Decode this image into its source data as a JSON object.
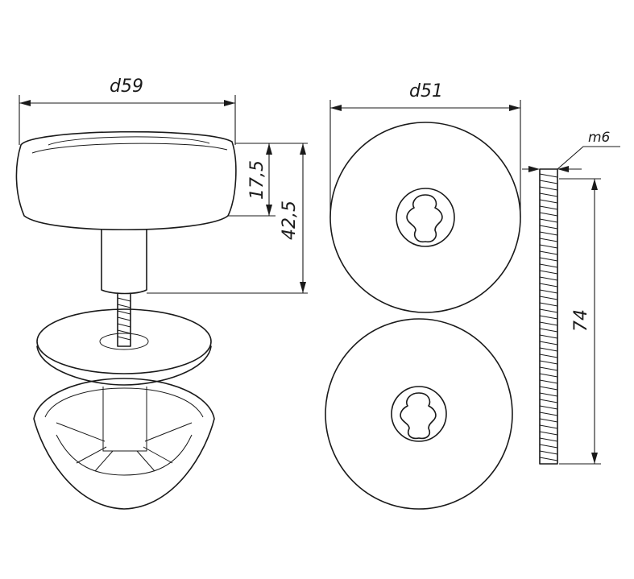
{
  "dimensions": {
    "knob_diameter": "d59",
    "rosette_diameter": "d51",
    "knob_height": "17,5",
    "total_height": "42,5",
    "thread": "m6",
    "rod_length": "74"
  }
}
